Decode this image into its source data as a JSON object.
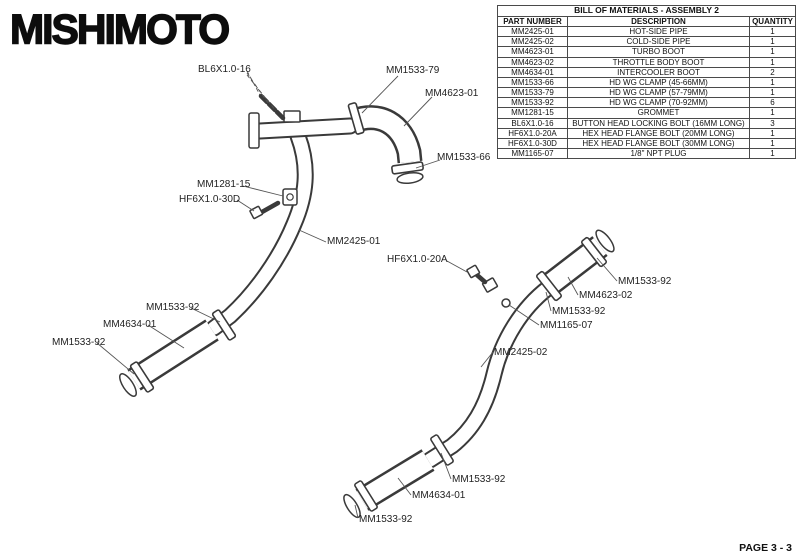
{
  "logo": {
    "text": "MISHIMOTO"
  },
  "bom": {
    "title": "BILL OF MATERIALS - ASSEMBLY 2",
    "headers": [
      "PART NUMBER",
      "DESCRIPTION",
      "QUANTITY"
    ],
    "rows": [
      [
        "MM2425-01",
        "HOT-SIDE PIPE",
        "1"
      ],
      [
        "MM2425-02",
        "COLD-SIDE PIPE",
        "1"
      ],
      [
        "MM4623-01",
        "TURBO BOOT",
        "1"
      ],
      [
        "MM4623-02",
        "THROTTLE BODY BOOT",
        "1"
      ],
      [
        "MM4634-01",
        "INTERCOOLER BOOT",
        "2"
      ],
      [
        "MM1533-66",
        "HD WG CLAMP (45-66MM)",
        "1"
      ],
      [
        "MM1533-79",
        "HD WG CLAMP (57-79MM)",
        "1"
      ],
      [
        "MM1533-92",
        "HD WG CLAMP (70-92MM)",
        "6"
      ],
      [
        "MM1281-15",
        "GROMMET",
        "1"
      ],
      [
        "BL6X1.0-16",
        "BUTTON HEAD LOCKING BOLT (16MM LONG)",
        "3"
      ],
      [
        "HF6X1.0-20A",
        "HEX HEAD FLANGE BOLT (20MM LONG)",
        "1"
      ],
      [
        "HF6X1.0-30D",
        "HEX HEAD FLANGE BOLT (30MM LONG)",
        "1"
      ],
      [
        "MM1165-07",
        "1/8\" NPT PLUG",
        "1"
      ]
    ]
  },
  "callouts": [
    "BL6X1.0-16",
    "MM1533-79",
    "MM4623-01",
    "MM1533-66",
    "MM1281-15",
    "HF6X1.0-30D",
    "MM2425-01",
    "MM1533-92",
    "MM4634-01",
    "MM1533-92",
    "HF6X1.0-20A",
    "MM1533-92",
    "MM4623-02",
    "MM1533-92",
    "MM1165-07",
    "MM2425-02",
    "MM1533-92",
    "MM4634-01",
    "MM1533-92"
  ],
  "footer": {
    "page": "PAGE 3 - 3"
  }
}
